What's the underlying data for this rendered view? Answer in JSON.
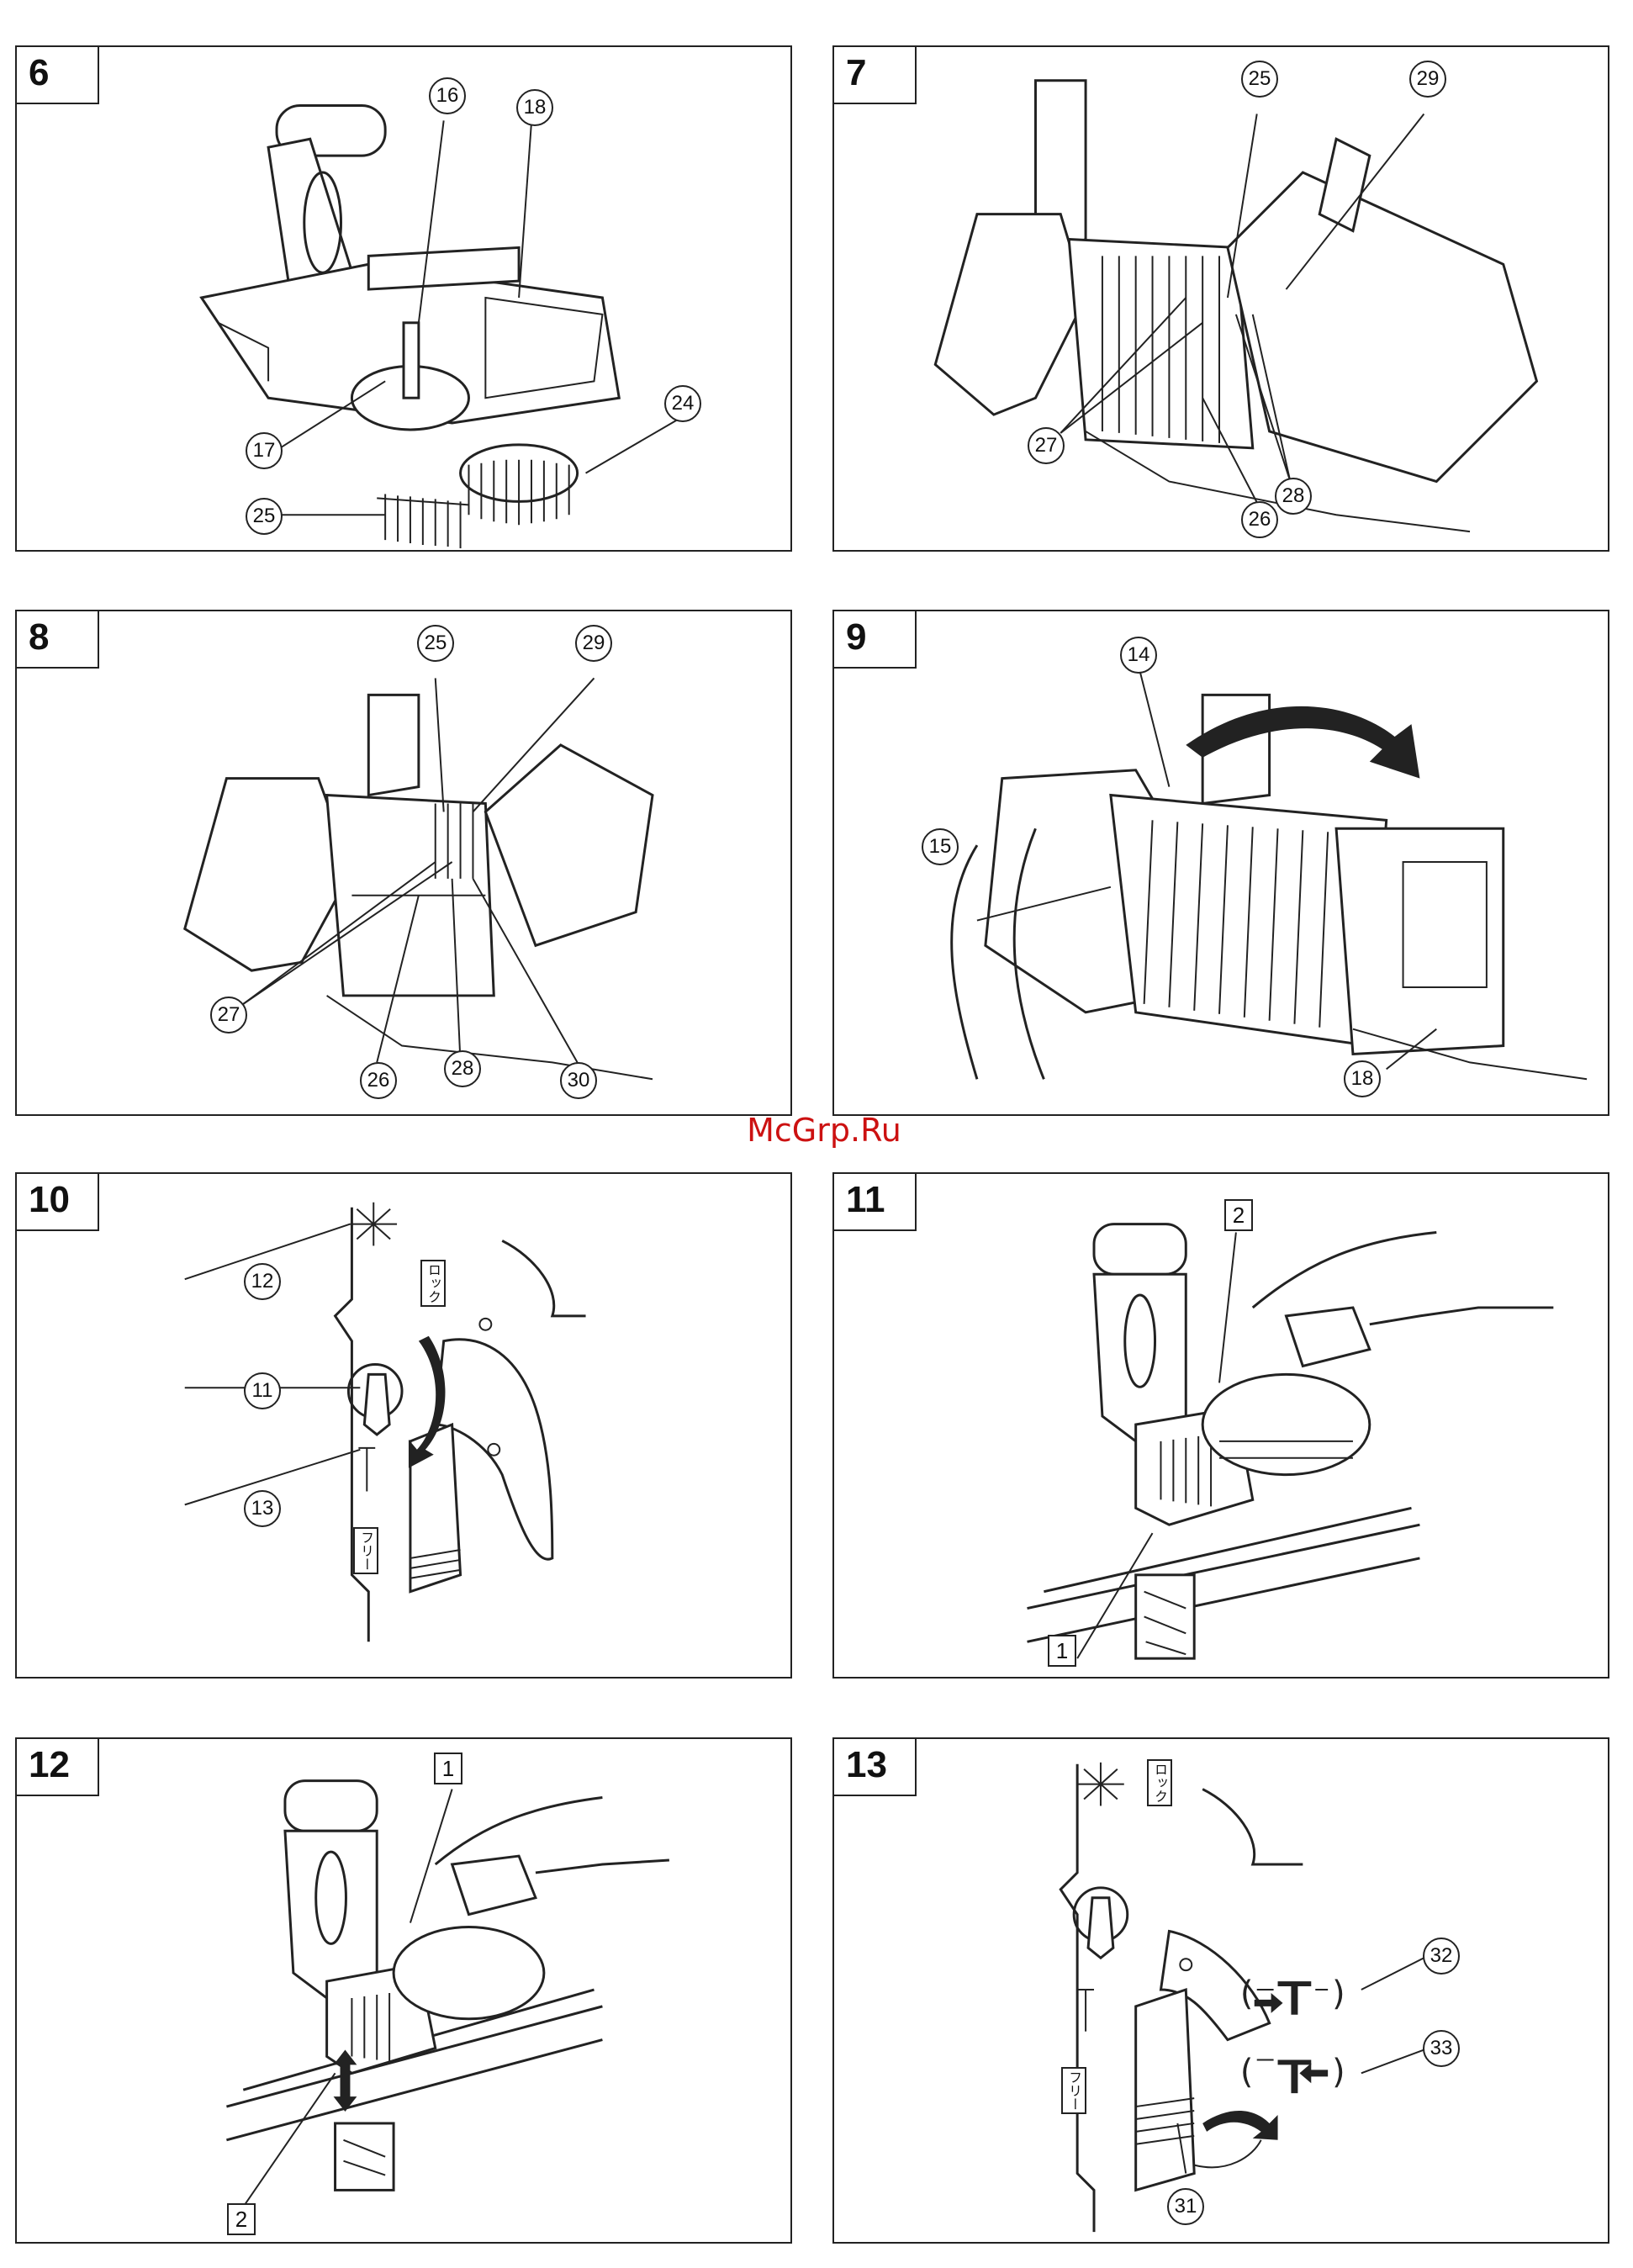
{
  "watermark": "McGrp.Ru",
  "figures": [
    {
      "number": "6",
      "callouts": [
        "16",
        "18",
        "17",
        "24",
        "25"
      ]
    },
    {
      "number": "7",
      "callouts": [
        "25",
        "29",
        "27",
        "28",
        "26"
      ]
    },
    {
      "number": "8",
      "callouts": [
        "25",
        "29",
        "27",
        "28",
        "26",
        "30"
      ]
    },
    {
      "number": "9",
      "callouts": [
        "14",
        "15",
        "18"
      ]
    },
    {
      "number": "10",
      "callouts": [
        "12",
        "11",
        "13"
      ],
      "labels": {
        "lock": "ロック",
        "free": "フリー"
      }
    },
    {
      "number": "11",
      "callouts": [
        "2",
        "1"
      ]
    },
    {
      "number": "12",
      "callouts": [
        "1",
        "2"
      ]
    },
    {
      "number": "13",
      "callouts": [
        "32",
        "33",
        "31"
      ],
      "labels": {
        "lock": "ロック",
        "free": "フリー"
      }
    }
  ]
}
